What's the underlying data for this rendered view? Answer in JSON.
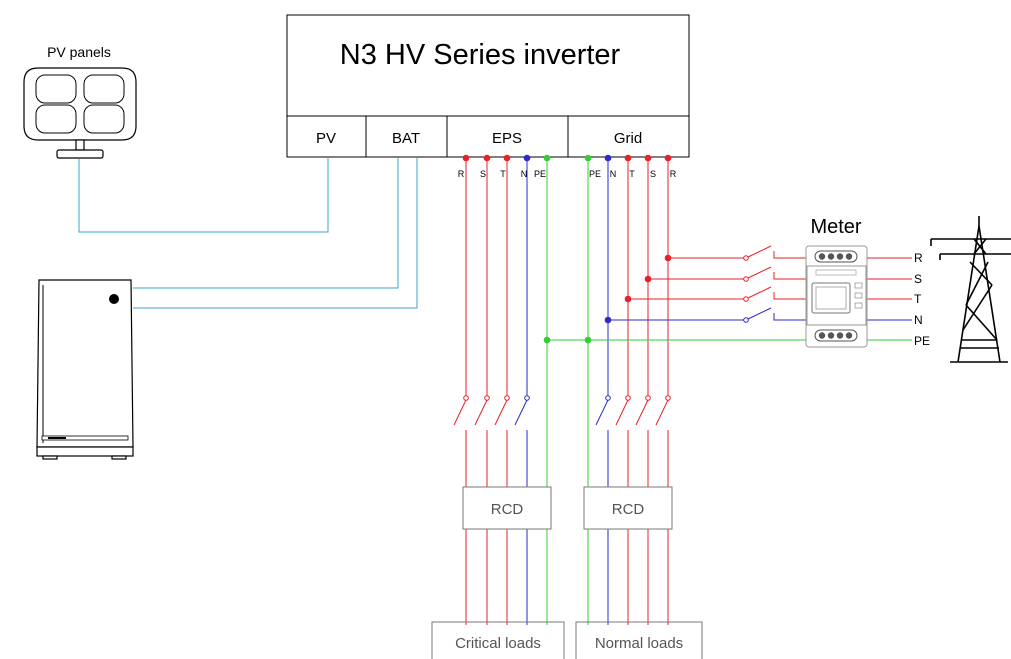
{
  "inverter": {
    "title": "N3 HV Series inverter",
    "ports": [
      "PV",
      "BAT",
      "EPS",
      "Grid"
    ]
  },
  "pv_label": "PV panels",
  "eps_terminals": [
    "R",
    "S",
    "T",
    "N",
    "PE"
  ],
  "grid_terminals": [
    "PE",
    "N",
    "T",
    "S",
    "R"
  ],
  "meter_label": "Meter",
  "grid_lines": [
    "R",
    "S",
    "T",
    "N",
    "PE"
  ],
  "rcd_labels": [
    "RCD",
    "RCD"
  ],
  "load_labels": [
    "Critical loads",
    "Normal loads"
  ],
  "colors": {
    "red": "#e8202a",
    "blue": "#2b2bc9",
    "green": "#33cc33",
    "cyan": "#3aa6c6",
    "gray": "#7a7a7a"
  }
}
